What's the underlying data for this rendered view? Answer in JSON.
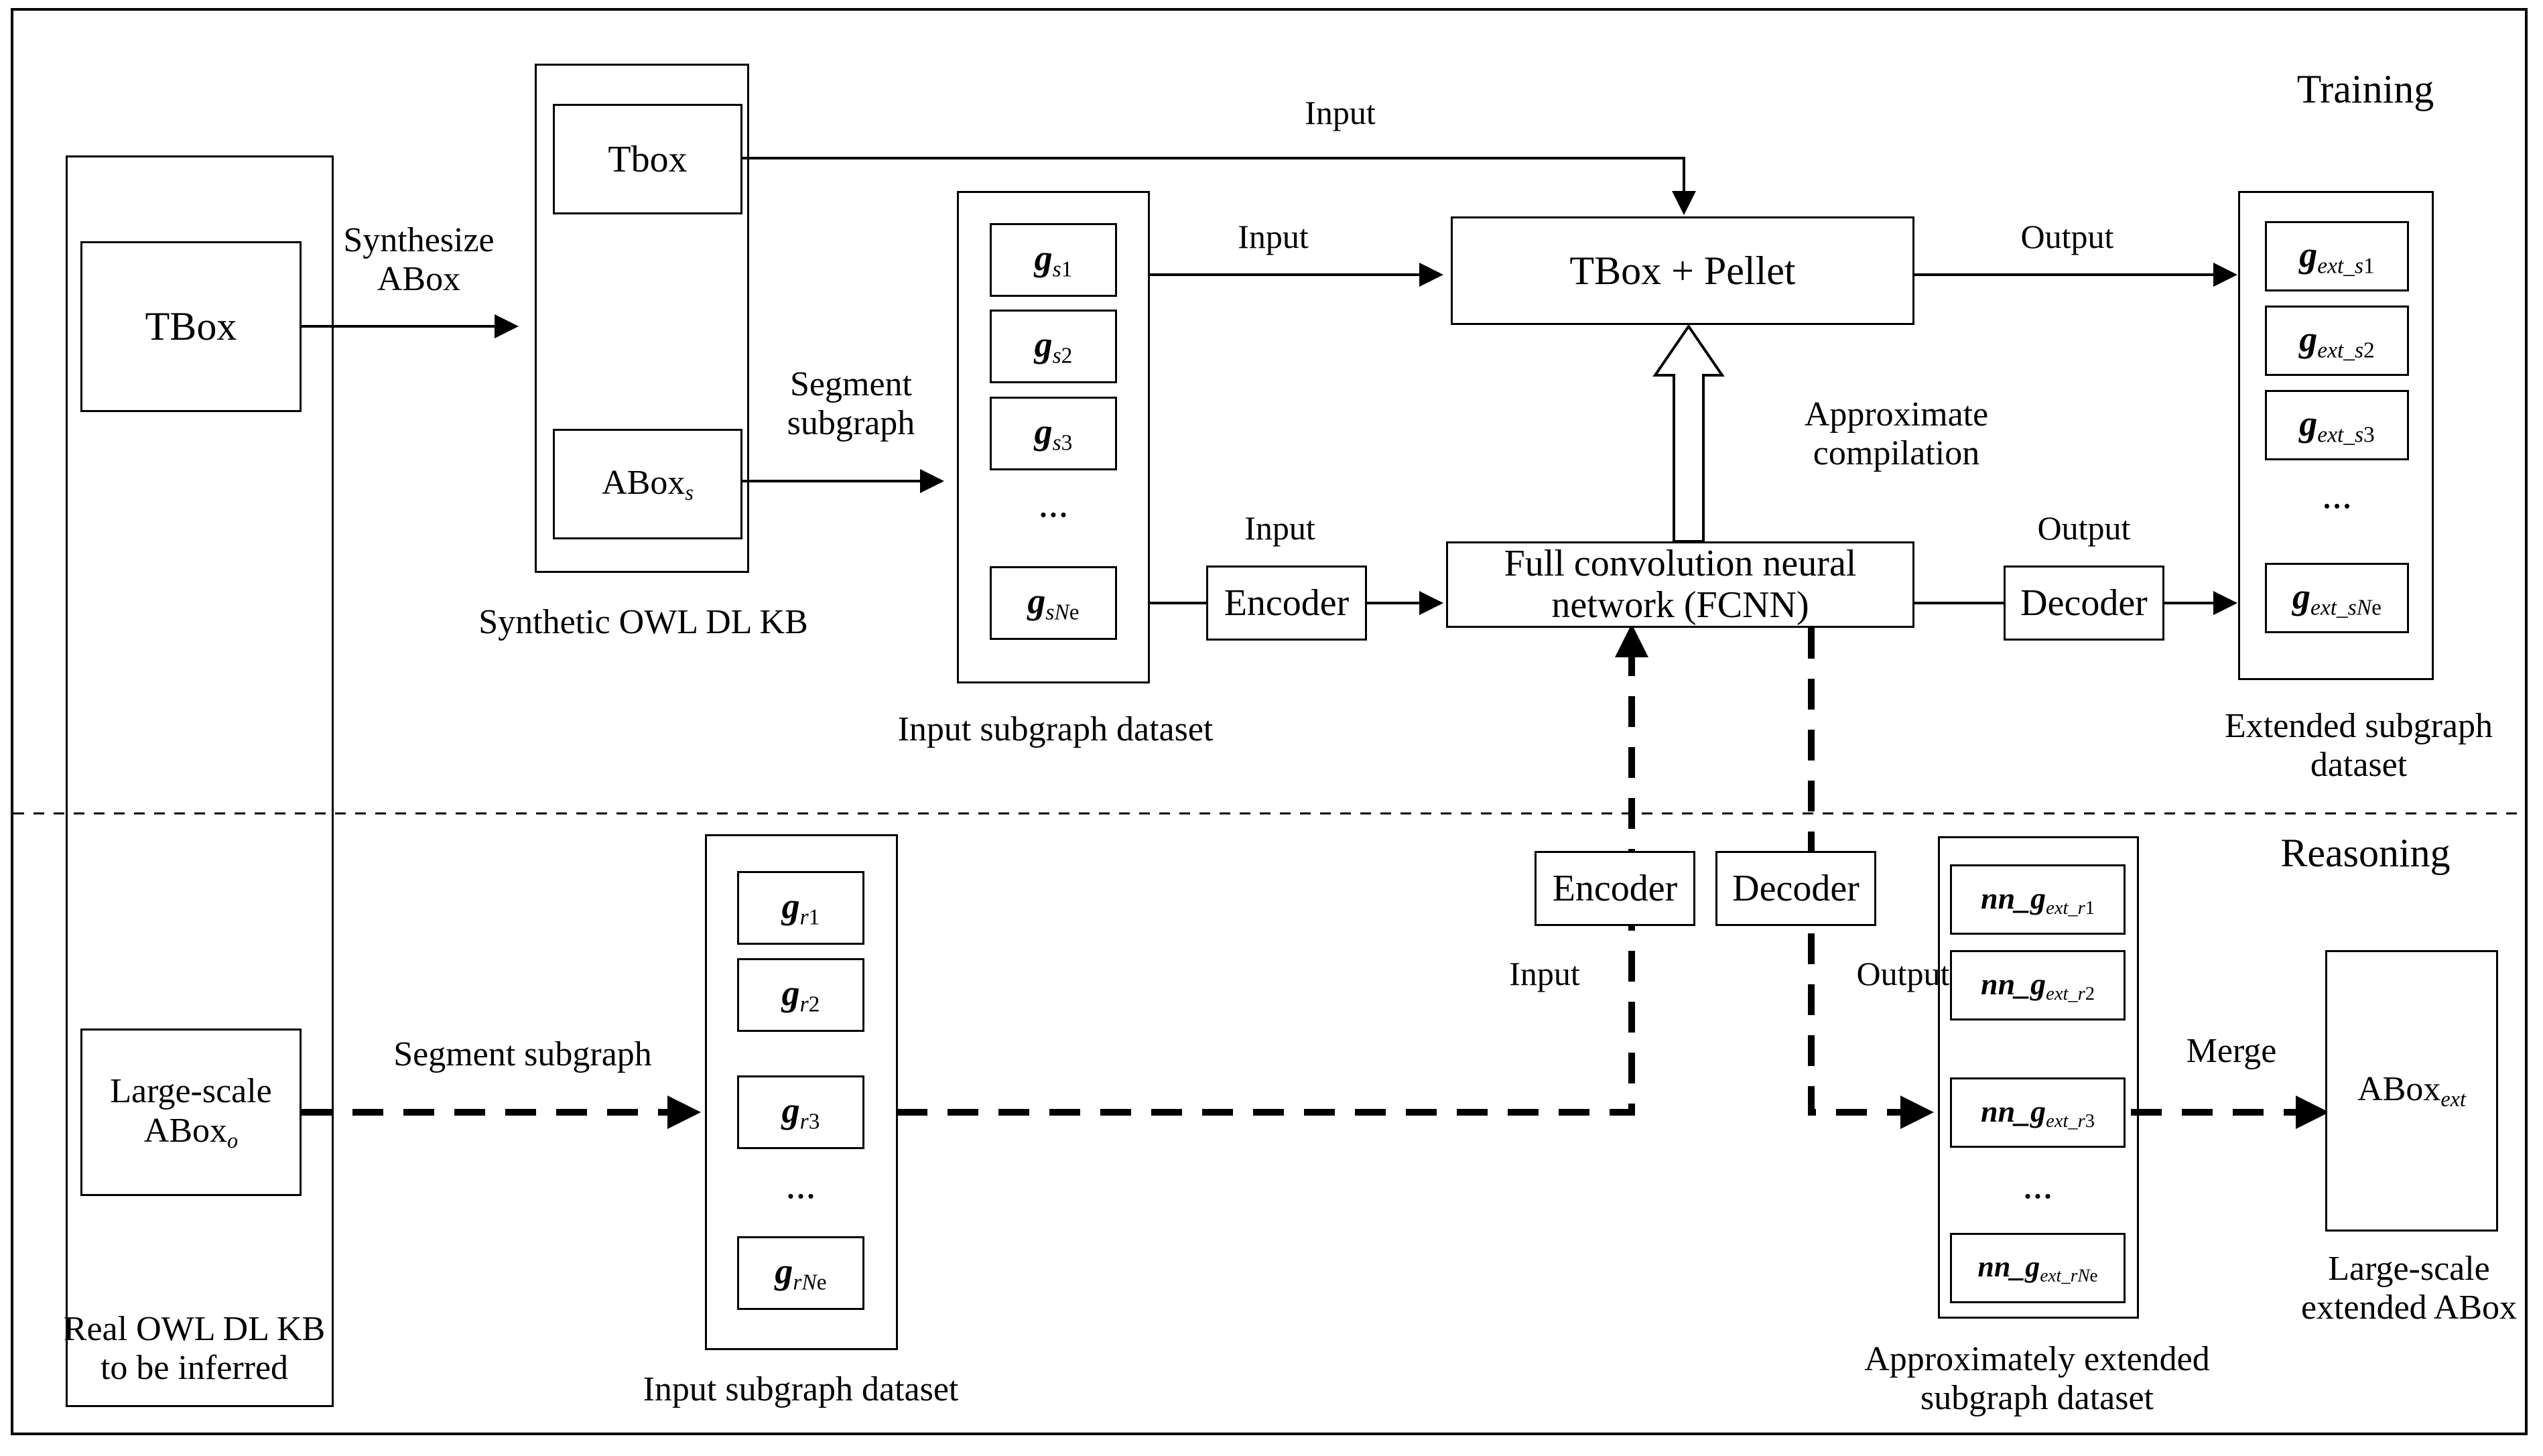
{
  "diagram": {
    "phase_labels": {
      "training": "Training",
      "reasoning": "Reasoning"
    },
    "training": {
      "source_kb": {
        "box_label": "TBox",
        "caption": ""
      },
      "synthesize_arrow": "Synthesize\nABox",
      "synthetic_kb": {
        "tbox": "Tbox",
        "abox": "ABox",
        "abox_sub": "s",
        "caption": "Synthetic OWL DL KB"
      },
      "segment_arrow": "Segment\nsubgraph",
      "input_dataset": {
        "caption": "Input subgraph dataset",
        "items": [
          {
            "base": "g",
            "sub": "s",
            "idx": "1"
          },
          {
            "base": "g",
            "sub": "s",
            "idx": "2"
          },
          {
            "base": "g",
            "sub": "s",
            "idx": "3"
          },
          {
            "base": "g",
            "sub": "sN",
            "idx": "e"
          }
        ],
        "ellipsis": "..."
      },
      "edge_labels": {
        "tbox_input": "Input",
        "gs1_input": "Input",
        "encoder_input": "Input",
        "pellet_output": "Output",
        "decoder_output": "Output"
      },
      "pellet_box": "TBox + Pellet",
      "fcnn_box": "Full convolution neural\nnetwork (FCNN)",
      "approx_label": "Approximate\ncompilation",
      "encoder_box": "Encoder",
      "decoder_box": "Decoder",
      "extended_dataset": {
        "caption": "Extended subgraph\ndataset",
        "items": [
          {
            "base": "g",
            "sub": "ext_s",
            "idx": "1"
          },
          {
            "base": "g",
            "sub": "ext_s",
            "idx": "2"
          },
          {
            "base": "g",
            "sub": "ext_s",
            "idx": "3"
          },
          {
            "base": "g",
            "sub": "ext_sN",
            "idx": "e"
          }
        ],
        "ellipsis": "..."
      }
    },
    "reasoning": {
      "source_kb": {
        "box_label": "Large-scale\nABox",
        "box_sub": "o",
        "caption": "Real OWL DL KB\nto be inferred"
      },
      "segment_arrow": "Segment subgraph",
      "input_dataset": {
        "caption": "Input subgraph dataset",
        "items": [
          {
            "base": "g",
            "sub": "r",
            "idx": "1"
          },
          {
            "base": "g",
            "sub": "r",
            "idx": "2"
          },
          {
            "base": "g",
            "sub": "r",
            "idx": "3"
          },
          {
            "base": "g",
            "sub": "rN",
            "idx": "e"
          }
        ],
        "ellipsis": "..."
      },
      "encoder_box": "Encoder",
      "decoder_box": "Decoder",
      "edge_labels": {
        "encoder_input": "Input",
        "decoder_output": "Output",
        "merge": "Merge"
      },
      "approx_dataset": {
        "caption": "Approximately extended\nsubgraph dataset",
        "items": [
          {
            "base": "nn_g",
            "sub": "ext_r",
            "idx": "1"
          },
          {
            "base": "nn_g",
            "sub": "ext_r",
            "idx": "2"
          },
          {
            "base": "nn_g",
            "sub": "ext_r",
            "idx": "3"
          },
          {
            "base": "nn_g",
            "sub": "ext_rN",
            "idx": "e"
          }
        ],
        "ellipsis": "..."
      },
      "result": {
        "box_label": "ABox",
        "box_sub": "ext",
        "caption": "Large-scale\nextended ABox"
      }
    },
    "colors": {
      "stroke": "#000000",
      "background": "#ffffff"
    }
  }
}
